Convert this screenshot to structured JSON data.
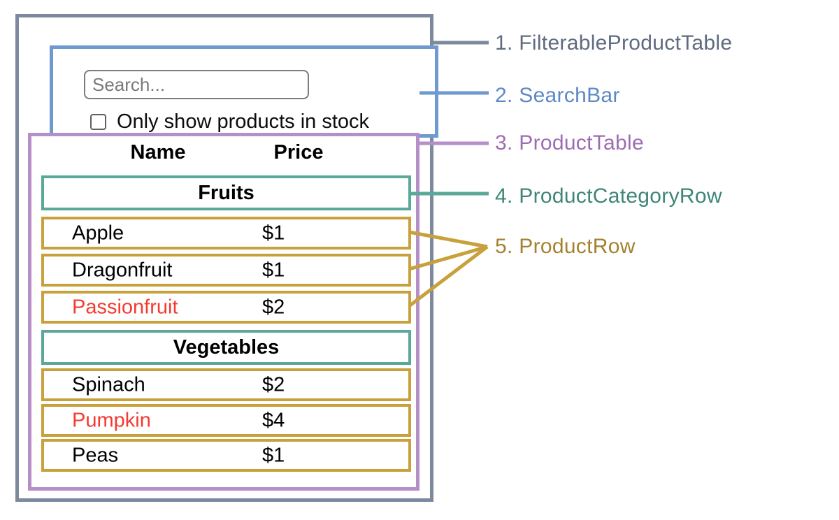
{
  "search_bar": {
    "placeholder": "Search...",
    "checkbox_label": "Only show products in stock",
    "checkbox_checked": false
  },
  "table": {
    "header": {
      "name": "Name",
      "price": "Price"
    },
    "groups": [
      {
        "category": "Fruits",
        "rows": [
          {
            "name": "Apple",
            "price": "$1",
            "red": false
          },
          {
            "name": "Dragonfruit",
            "price": "$1",
            "red": false
          },
          {
            "name": "Passionfruit",
            "price": "$2",
            "red": true
          }
        ]
      },
      {
        "category": "Vegetables",
        "rows": [
          {
            "name": "Spinach",
            "price": "$2",
            "red": false
          },
          {
            "name": "Pumpkin",
            "price": "$4",
            "red": true
          },
          {
            "name": "Peas",
            "price": "$1",
            "red": false
          }
        ]
      }
    ]
  },
  "annotations": [
    {
      "label": "1. FilterableProductTable",
      "color": "#5f6b80"
    },
    {
      "label": "2. SearchBar",
      "color": "#5c88c4"
    },
    {
      "label": "3. ProductTable",
      "color": "#9e6cb3"
    },
    {
      "label": "4. ProductCategoryRow",
      "color": "#3f8577"
    },
    {
      "label": "5. ProductRow",
      "color": "#a5812f"
    }
  ],
  "colors": {
    "outer_box": "#7d8a9e",
    "search_box": "#6f9ad0",
    "table_box": "#b48fc8",
    "category_box": "#5aa897",
    "row_box": "#c8a13c",
    "red_item_text": "#f33b2f"
  }
}
